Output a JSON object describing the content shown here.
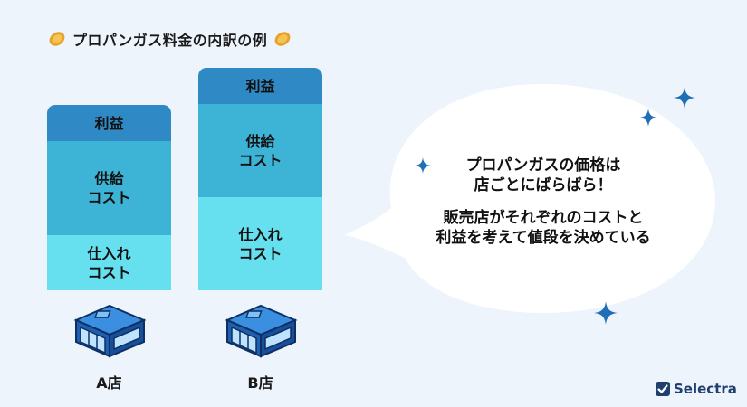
{
  "title": "プロパンガス料金の内訳の例",
  "stores": [
    {
      "name": "A店",
      "segments": [
        {
          "key": "profit",
          "label": "利益"
        },
        {
          "key": "supply",
          "label": "供給\nコスト"
        },
        {
          "key": "purchase",
          "label": "仕入れ\nコスト"
        }
      ]
    },
    {
      "name": "B店",
      "segments": [
        {
          "key": "profit",
          "label": "利益"
        },
        {
          "key": "supply",
          "label": "供給\nコスト"
        },
        {
          "key": "purchase",
          "label": "仕入れ\nコスト"
        }
      ]
    }
  ],
  "bubble": {
    "line1": "プロパンガスの価格は",
    "line2": "店ごとにばらばら！",
    "line3": "販売店がそれぞれのコストと",
    "line4": "利益を考えて値段を決めている"
  },
  "brand": "Selectra",
  "colors": {
    "profit": "#2f89c4",
    "supply": "#3db4d6",
    "purchase": "#66e0ee",
    "sparkle": "#1f6fb8",
    "background": "#eef4fc"
  }
}
